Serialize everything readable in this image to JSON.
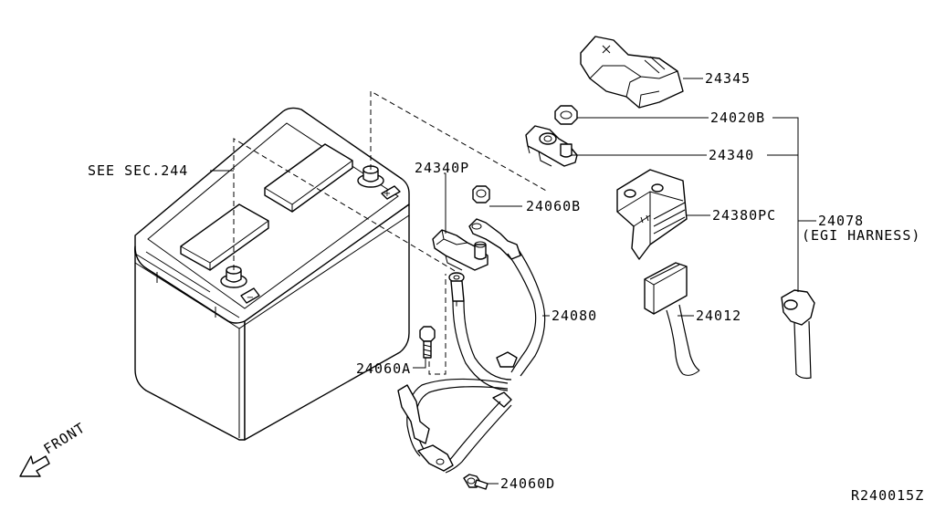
{
  "labels": {
    "see_sec": "SEE SEC.244",
    "p24345": "24345",
    "p24020B": "24020B",
    "p24340": "24340",
    "p24340P": "24340P",
    "p24060B": "24060B",
    "p24380PC": "24380PC",
    "p24078": "24078",
    "p24078_sub": "(EGI HARNESS)",
    "p24080": "24080",
    "p24012": "24012",
    "p24060A": "24060A",
    "p24060D": "24060D",
    "front": "FRONT",
    "diagram_id": "R240015Z"
  },
  "icons": {
    "plus": "+",
    "minus": "−"
  }
}
